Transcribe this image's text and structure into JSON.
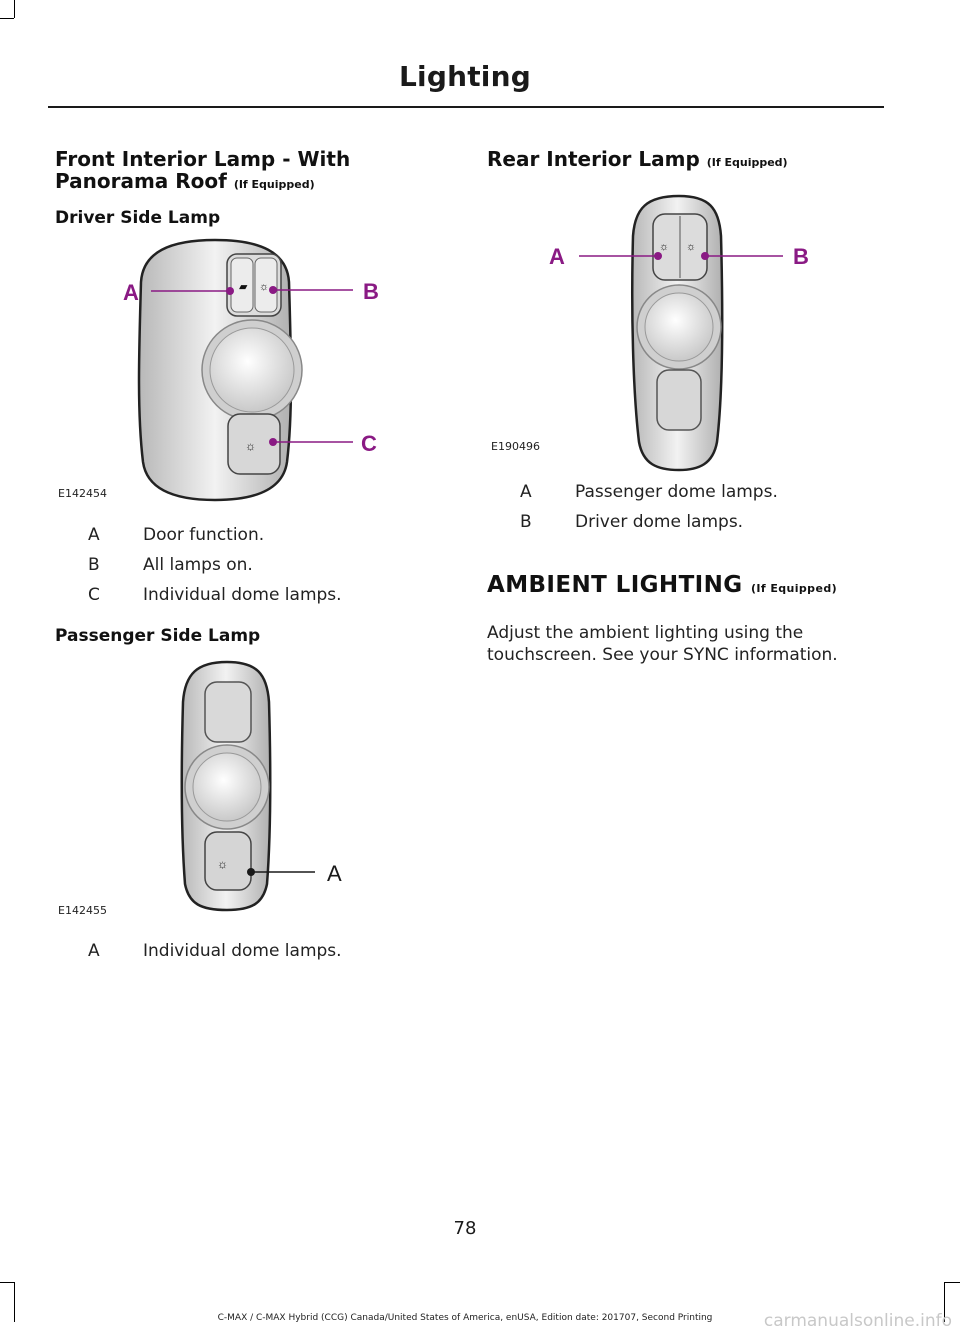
{
  "header": {
    "chapter_title": "Lighting"
  },
  "left": {
    "section1_title": "Front Interior Lamp - With Panorama Roof",
    "section1_title_line1": "Front Interior Lamp - With",
    "section1_title_line2": "Panorama Roof",
    "section1_suffix": "(If Equipped)",
    "driver_title": "Driver Side Lamp",
    "driver_figure": {
      "code": "E142454",
      "callouts": [
        "A",
        "B",
        "C"
      ],
      "callout_color": "#8a1a84"
    },
    "driver_items": [
      {
        "key": "A",
        "text": "Door function."
      },
      {
        "key": "B",
        "text": "All lamps on."
      },
      {
        "key": "C",
        "text": "Individual dome lamps."
      }
    ],
    "passenger_title": "Passenger Side Lamp",
    "passenger_figure": {
      "code": "E142455",
      "callouts": [
        "A"
      ],
      "callout_color": "#1a1a1a"
    },
    "passenger_items": [
      {
        "key": "A",
        "text": "Individual dome lamps."
      }
    ]
  },
  "right": {
    "rear_title": "Rear Interior Lamp",
    "rear_suffix": "(If Equipped)",
    "rear_figure": {
      "code": "E190496",
      "callouts": [
        "A",
        "B"
      ],
      "callout_color": "#8a1a84"
    },
    "rear_items": [
      {
        "key": "A",
        "text": "Passenger dome lamps."
      },
      {
        "key": "B",
        "text": "Driver dome lamps."
      }
    ],
    "ambient_title": "AMBIENT LIGHTING",
    "ambient_suffix": "(If Equipped)",
    "ambient_line1": "Adjust the ambient lighting using the",
    "ambient_line2": "touchscreen. See your SYNC information."
  },
  "footer": {
    "page_number": "78",
    "edition": "C-MAX / C-MAX Hybrid (CCG) Canada/United States of America, enUSA, Edition date: 201707, Second Printing",
    "watermark": "carmanualsonline.info"
  }
}
